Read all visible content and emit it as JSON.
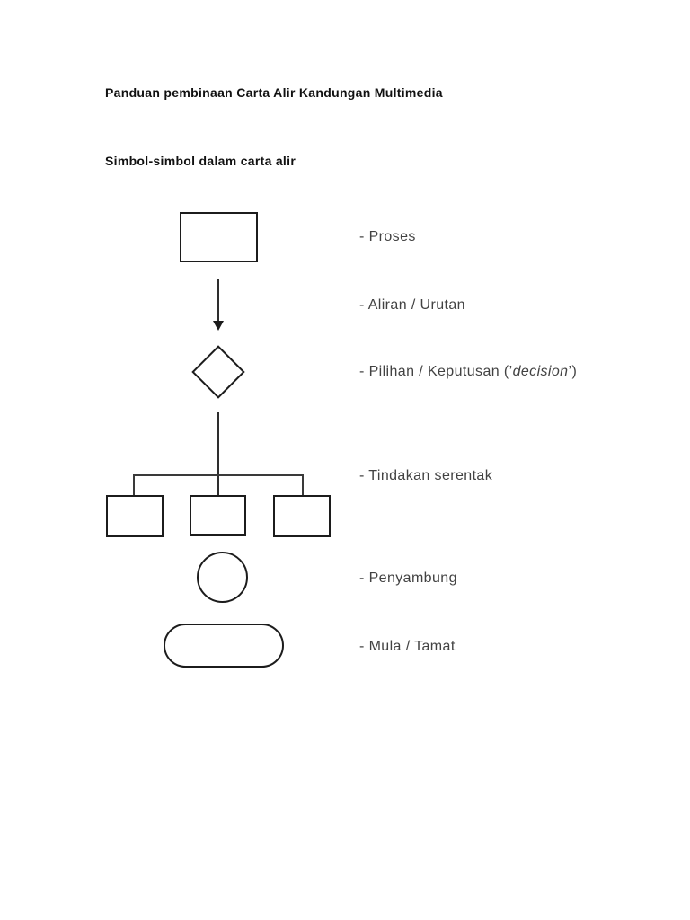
{
  "page": {
    "title": "Panduan pembinaan Carta Alir Kandungan Multimedia",
    "subtitle": "Simbol-simbol dalam carta alir"
  },
  "symbols": [
    {
      "icon": "process-rectangle",
      "label": "- Proses"
    },
    {
      "icon": "flow-arrow",
      "label": "- Aliran / Urutan"
    },
    {
      "icon": "decision-diamond",
      "label_prefix": "- Pilihan / Keputusan (’",
      "label_italic": "decision",
      "label_suffix": "’)"
    },
    {
      "icon": "parallel-branches",
      "label": "- Tindakan serentak"
    },
    {
      "icon": "connector-circle",
      "label": "- Penyambung"
    },
    {
      "icon": "terminator-stadium",
      "label": "- Mula / Tamat"
    }
  ],
  "colors": {
    "background": "#ffffff",
    "heading_text": "#111111",
    "label_text": "#424242",
    "shape_stroke": "#1c1c1c"
  }
}
